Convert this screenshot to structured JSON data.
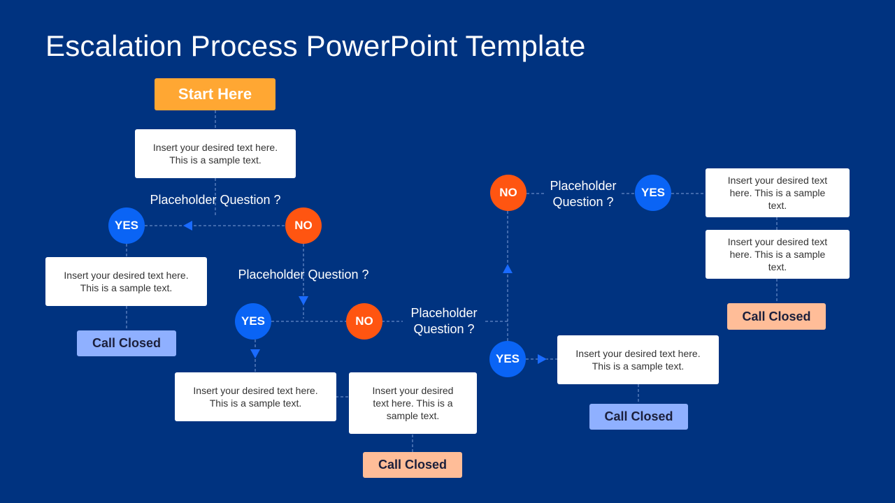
{
  "title": "Escalation Process PowerPoint Template",
  "start_label": "Start Here",
  "box_text": "Insert your desired text here. This is a sample text.",
  "question_text": "Placeholder Question ?",
  "yes_label": "YES",
  "no_label": "NO",
  "call_closed_label": "Call Closed",
  "colors": {
    "background": "#003380",
    "start": "#ffa733",
    "yes": "#0a64f5",
    "no": "#ff5511",
    "call_closed_blue": "#8fb0ff",
    "call_closed_peach": "#ffbd98",
    "arrow": "#1a6bff"
  }
}
